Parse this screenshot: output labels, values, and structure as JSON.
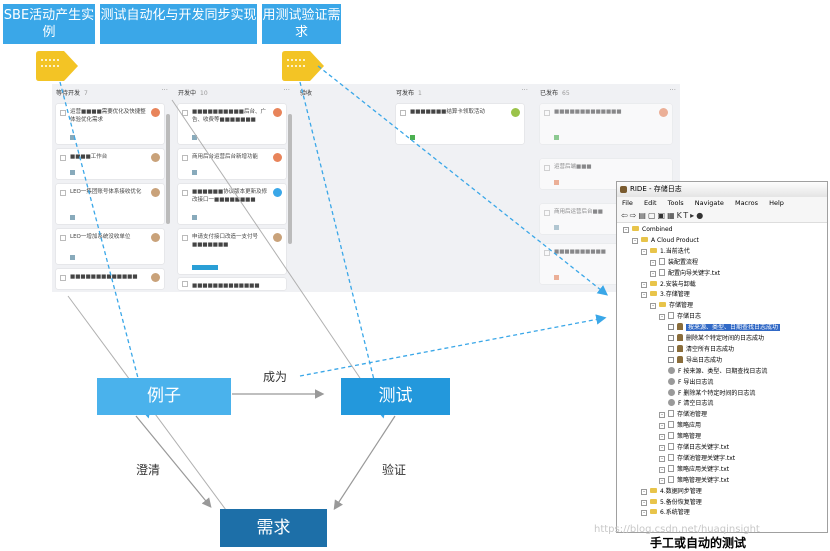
{
  "tags": [
    {
      "text": "SBE活动产生实例"
    },
    {
      "text": "测试自动化与开发同步实现"
    },
    {
      "text": "用测试验证需求"
    }
  ],
  "kanban": {
    "columns": [
      {
        "name": "等待开发",
        "count": "7"
      },
      {
        "name": "开发中",
        "count": "10"
      },
      {
        "name": "验收",
        "count": ""
      },
      {
        "name": "可发布",
        "count": "1"
      },
      {
        "name": "已发布",
        "count": "65"
      }
    ],
    "cards": [
      {
        "text": "运营■■■■需要优化及快捷整体验优化需求"
      },
      {
        "text": "■■■■工作台"
      },
      {
        "text": "LEO一集团账号体系接收优化"
      },
      {
        "text": "LEO一增加系统没收单位"
      },
      {
        "text": "■■■■■■■■■■■■■"
      },
      {
        "text": "■■■■■■■■■■后台、广告、收费等■■■■■■■"
      },
      {
        "text": "商用后台运营后台新增功能"
      },
      {
        "text": "■■■■■■协议版本更新及修改接口一■■■■■■■■"
      },
      {
        "text": "申请支付接口改造一支付号■■■■■■■"
      },
      {
        "text": "■■■■■■■■■■■■■"
      },
      {
        "text": "■■■■■■■结算卡领取活动"
      },
      {
        "text": "■■■■■■■■■■■■■"
      },
      {
        "text": "运营后端■■■"
      },
      {
        "text": "商用后运营后台■■"
      },
      {
        "text": "■■■■■■■■■■"
      }
    ]
  },
  "flow": {
    "example": "例子",
    "test": "测试",
    "requirement": "需求",
    "arrow_become": "成为",
    "arrow_clarify": "澄清",
    "arrow_verify": "验证"
  },
  "ride": {
    "title": "RIDE - 存储日志",
    "menu": [
      "File",
      "Edit",
      "Tools",
      "Navigate",
      "Macros",
      "Help"
    ],
    "tree": [
      {
        "text": "Combined",
        "icon": "folder",
        "indent": 0
      },
      {
        "text": "A Cloud Product",
        "icon": "folder",
        "indent": 1
      },
      {
        "text": "1.当前迭代",
        "icon": "folder",
        "indent": 2
      },
      {
        "text": "装配置流程",
        "icon": "doc",
        "indent": 3
      },
      {
        "text": "配置向导关键字.txt",
        "icon": "doc",
        "indent": 3
      },
      {
        "text": "2.安装与卸载",
        "icon": "folder",
        "indent": 2
      },
      {
        "text": "3.存储管理",
        "icon": "folder",
        "indent": 2
      },
      {
        "text": "存储管理",
        "icon": "folder",
        "indent": 3
      },
      {
        "text": "存储日志",
        "icon": "doc",
        "indent": 4
      },
      {
        "text": "按来源、类型、日期查找日志成功",
        "icon": "test",
        "indent": 5,
        "selected": true
      },
      {
        "text": "删除某个特定时间的日志成功",
        "icon": "test",
        "indent": 5
      },
      {
        "text": "清空所有日志成功",
        "icon": "test",
        "indent": 5
      },
      {
        "text": "导出日志成功",
        "icon": "test",
        "indent": 5
      },
      {
        "text": "F 按来源、类型、日期查找日志流",
        "icon": "kw",
        "indent": 5
      },
      {
        "text": "F 导出日志流",
        "icon": "kw",
        "indent": 5
      },
      {
        "text": "F 删除某个特定时间的日志流",
        "icon": "kw",
        "indent": 5
      },
      {
        "text": "F 清空日志流",
        "icon": "kw",
        "indent": 5
      },
      {
        "text": "存储池管理",
        "icon": "doc",
        "indent": 4
      },
      {
        "text": "策略应用",
        "icon": "doc",
        "indent": 4
      },
      {
        "text": "策略管理",
        "icon": "doc",
        "indent": 4
      },
      {
        "text": "存储日志关键字.txt",
        "icon": "doc",
        "indent": 4
      },
      {
        "text": "存储池管理关键字.txt",
        "icon": "doc",
        "indent": 4
      },
      {
        "text": "策略应用关键字.txt",
        "icon": "doc",
        "indent": 4
      },
      {
        "text": "策略管理关键字.txt",
        "icon": "doc",
        "indent": 4
      },
      {
        "text": "4.数据同步管理",
        "icon": "folder",
        "indent": 2
      },
      {
        "text": "5.备份恢复管理",
        "icon": "folder",
        "indent": 2
      },
      {
        "text": "6.系统管理",
        "icon": "folder",
        "indent": 2
      }
    ]
  },
  "caption": "手工或自动的测试",
  "watermark": "https://blog.csdn.net/huaqinsight"
}
